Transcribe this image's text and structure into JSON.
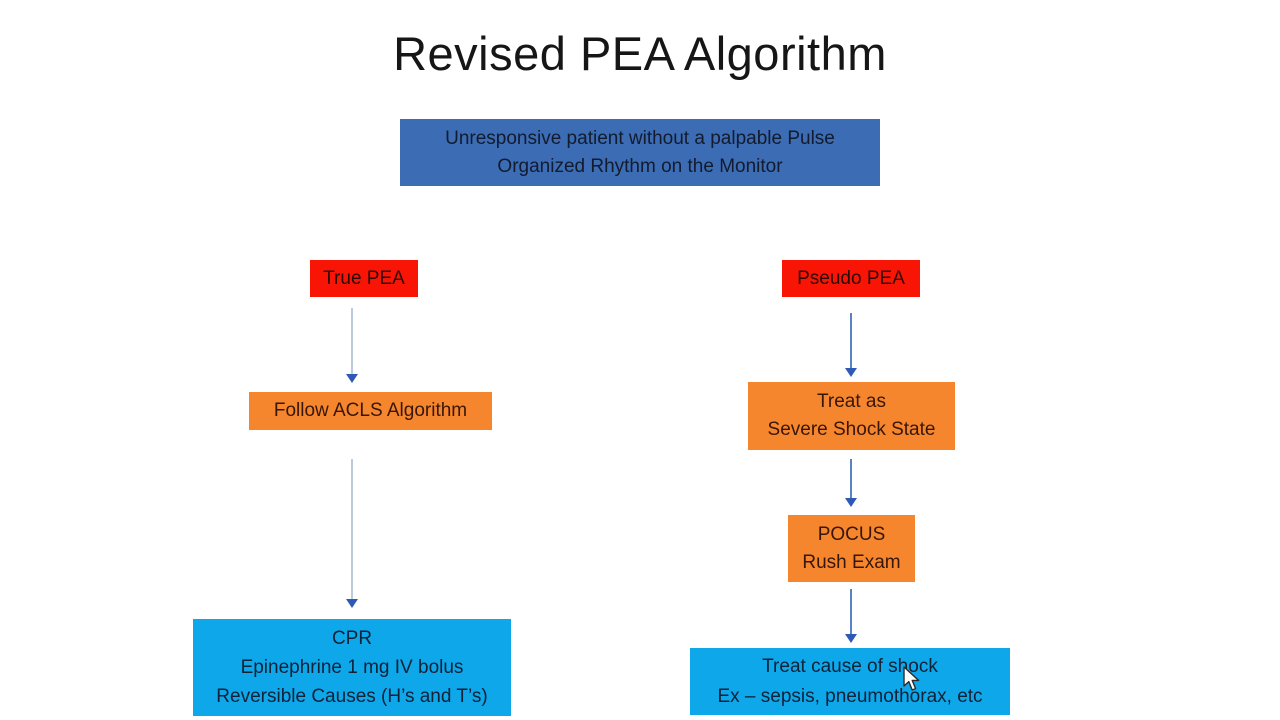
{
  "title": "Revised PEA Algorithm",
  "colors": {
    "top_box_bg": "#3b6cb4",
    "red_box_bg": "#f91505",
    "orange_box_bg": "#f5862d",
    "cyan_box_bg": "#0ea7e9",
    "arrow_line_light": "#bdcade",
    "arrow_line_dark": "#5b82c4",
    "arrow_head": "#2e59b5",
    "title_text": "#161616"
  },
  "flow": {
    "top_box": {
      "lines": [
        "Unresponsive patient without a palpable Pulse",
        "Organized Rhythm on the Monitor"
      ]
    },
    "left": {
      "true_pea": {
        "label": "True PEA"
      },
      "follow_acls": {
        "label": "Follow ACLS Algorithm"
      },
      "cpr": {
        "lines": [
          "CPR",
          "Epinephrine 1 mg IV bolus",
          "Reversible Causes (H’s and T’s)"
        ]
      }
    },
    "right": {
      "pseudo_pea": {
        "label": "Pseudo PEA"
      },
      "treat_as": {
        "lines": [
          "Treat as",
          "Severe Shock State"
        ]
      },
      "pocus": {
        "lines": [
          "POCUS",
          "Rush Exam"
        ]
      },
      "treat_cause": {
        "lines": [
          "Treat cause of shock",
          "Ex – sepsis, pneumothorax, etc"
        ]
      }
    }
  }
}
